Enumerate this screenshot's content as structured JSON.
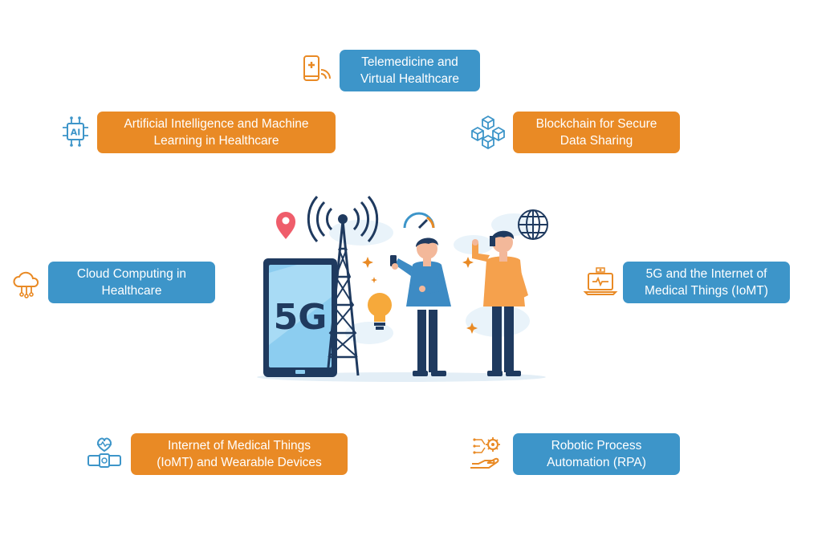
{
  "colors": {
    "blue": "#3d95c9",
    "orange": "#e98a25",
    "navy": "#1f3a5f"
  },
  "center": {
    "label": "5G"
  },
  "items": [
    {
      "line1": "Telemedicine and",
      "line2": "Virtual Healthcare",
      "icon": "smartphone-medical-icon",
      "color": "blue"
    },
    {
      "line1": "Artificial Intelligence and Machine",
      "line2": "Learning in Healthcare",
      "icon": "ai-chip-icon",
      "color": "orange"
    },
    {
      "line1": "Blockchain for Secure",
      "line2": "Data Sharing",
      "icon": "blockchain-cubes-icon",
      "color": "orange"
    },
    {
      "line1": "Cloud Computing in",
      "line2": "Healthcare",
      "icon": "cloud-network-icon",
      "color": "blue"
    },
    {
      "line1": "5G and the Internet of",
      "line2": "Medical Things (IoMT)",
      "icon": "laptop-medical-icon",
      "color": "blue"
    },
    {
      "line1": "Internet of Medical Things",
      "line2": "(IoMT) and Wearable Devices",
      "icon": "wearable-heart-icon",
      "color": "orange"
    },
    {
      "line1": "Robotic Process",
      "line2": "Automation (RPA)",
      "icon": "robotic-hand-gear-icon",
      "color": "blue"
    }
  ]
}
